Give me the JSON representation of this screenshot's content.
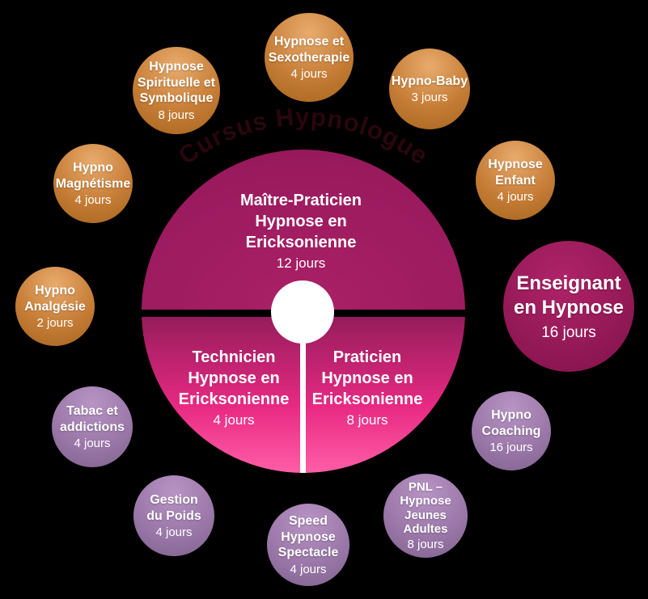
{
  "arc_title": "Cursus Hypnologue",
  "colors": {
    "background": "#000000",
    "orange-top": "#e8ab6d",
    "orange-bottom": "#a5641f",
    "purple-top": "#b794c4",
    "purple-bottom": "#7f628c",
    "magenta-light": "#aa2066",
    "magenta-dark": "#6d1142",
    "pink-bright": "#ff5ea6",
    "enseignant-light": "#b02369",
    "enseignant-dark": "#8a1650",
    "arc-title-color": "#2a060f",
    "text": "#ffffff"
  },
  "center_segments": {
    "maitre": {
      "title": "Maître-Praticien\nHypnose en\nEricksonienne",
      "days": "12 jours"
    },
    "technicien": {
      "title": "Technicien\nHypnose en\nEricksonienne",
      "days": "4 jours"
    },
    "praticien": {
      "title": "Praticien\nHypnose en\nEricksonienne",
      "days": "8 jours"
    }
  },
  "bubbles": [
    {
      "title": "Hypnose et\nSexotherapie",
      "days": "4 jours"
    },
    {
      "title": "Hypno-Baby",
      "days": "3 jours"
    },
    {
      "title": "Hypnose\nSpirituelle et\nSymbolique",
      "days": "8 jours"
    },
    {
      "title": "Hypno\nMagnétisme",
      "days": "4 jours"
    },
    {
      "title": "Hypnose\nEnfant",
      "days": "4 jours"
    },
    {
      "title": "Hypno\nAnalgésie",
      "days": "2 jours"
    },
    {
      "title": "Enseignant\nen Hypnose",
      "days": "16 jours"
    },
    {
      "title": "Tabac et\naddictions",
      "days": "4 jours"
    },
    {
      "title": "Hypno\nCoaching",
      "days": "16 jours"
    },
    {
      "title": "Gestion\ndu Poids",
      "days": "4 jours"
    },
    {
      "title": "PNL –\nHypnose\nJeunes\nAdultes",
      "days": "8 jours"
    },
    {
      "title": "Speed\nHypnose\nSpectacle",
      "days": "4 jours"
    }
  ]
}
